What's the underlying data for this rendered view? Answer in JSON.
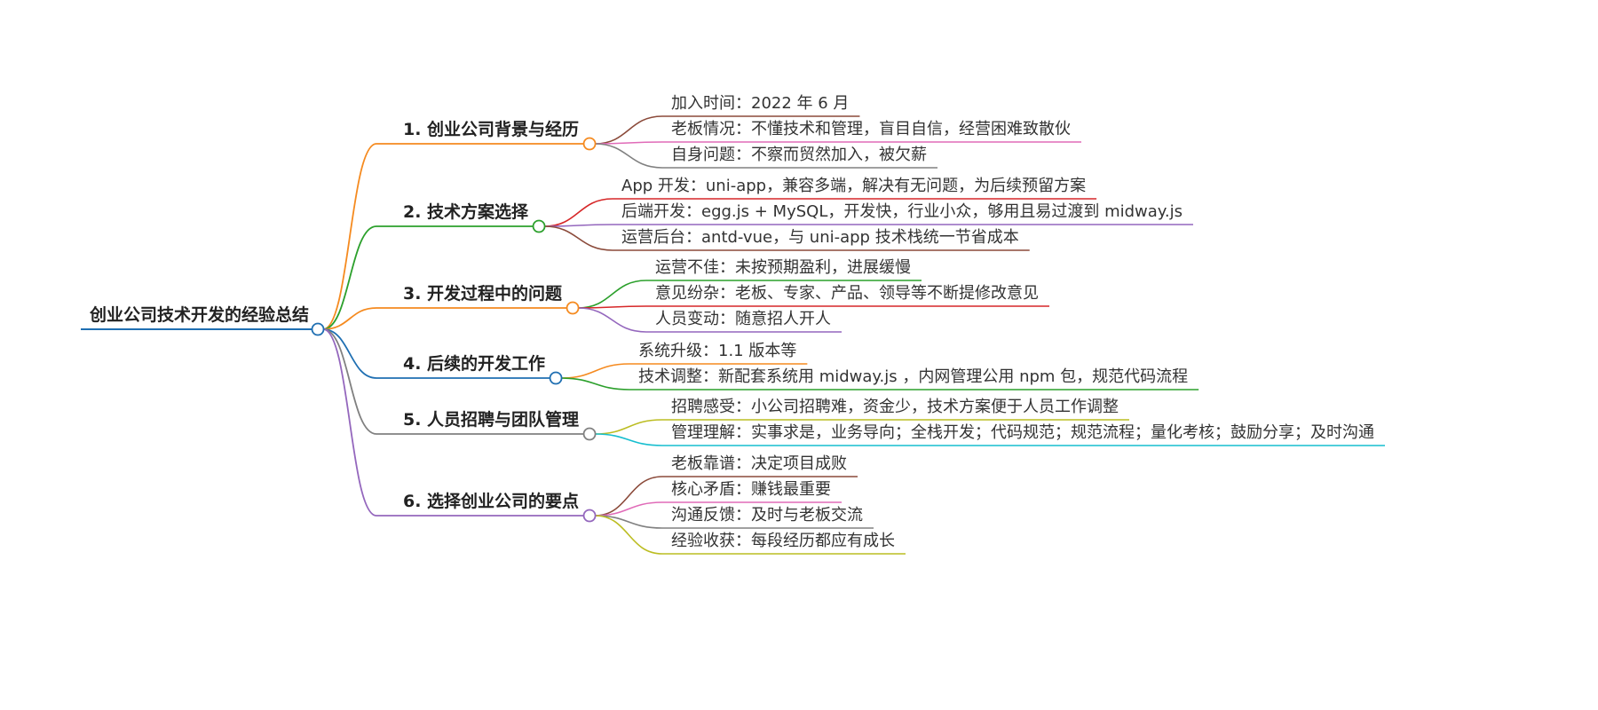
{
  "root": {
    "label": "创业公司技术开发的经验总结",
    "color": "#1f6fb2"
  },
  "branches": [
    {
      "label": "1. 创业公司背景与经历",
      "color": "#f58a1f",
      "leaves": [
        {
          "label": "加入时间：2022 年 6 月",
          "color": "#8b4a3a"
        },
        {
          "label": "老板情况：不懂技术和管理，盲目自信，经营困难致散伙",
          "color": "#e06bb8"
        },
        {
          "label": "自身问题：不察而贸然加入，被欠薪",
          "color": "#808080"
        }
      ]
    },
    {
      "label": "2. 技术方案选择",
      "color": "#2ca02c",
      "leaves": [
        {
          "label": "App 开发：uni-app，兼容多端，解决有无问题，为后续预留方案",
          "color": "#d62728"
        },
        {
          "label": "后端开发：egg.js + MySQL，开发快，行业小众，够用且易过渡到 midway.js",
          "color": "#9467bd"
        },
        {
          "label": "运营后台：antd-vue，与 uni-app 技术栈统一节省成本",
          "color": "#8b4a3a"
        }
      ]
    },
    {
      "label": "3. 开发过程中的问题",
      "color": "#f58a1f",
      "leaves": [
        {
          "label": "运营不佳：未按预期盈利，进展缓慢",
          "color": "#2ca02c"
        },
        {
          "label": "意见纷杂：老板、专家、产品、领导等不断提修改意见",
          "color": "#d62728"
        },
        {
          "label": "人员变动：随意招人开人",
          "color": "#9467bd"
        }
      ]
    },
    {
      "label": "4. 后续的开发工作",
      "color": "#1f6fb2",
      "leaves": [
        {
          "label": "系统升级：1.1 版本等",
          "color": "#f58a1f"
        },
        {
          "label": "技术调整：新配套系统用 midway.js ，内网管理公用 npm 包，规范代码流程",
          "color": "#2ca02c"
        }
      ]
    },
    {
      "label": "5. 人员招聘与团队管理",
      "color": "#808080",
      "leaves": [
        {
          "label": "招聘感受：小公司招聘难，资金少，技术方案便于人员工作调整",
          "color": "#bcbd22"
        },
        {
          "label": "管理理解：实事求是，业务导向；全栈开发；代码规范；规范流程；量化考核；鼓励分享；及时沟通",
          "color": "#17becf"
        }
      ]
    },
    {
      "label": "6. 选择创业公司的要点",
      "color": "#9467bd",
      "leaves": [
        {
          "label": "老板靠谱：决定项目成败",
          "color": "#8b4a3a"
        },
        {
          "label": "核心矛盾：赚钱最重要",
          "color": "#e06bb8"
        },
        {
          "label": "沟通反馈：及时与老板交流",
          "color": "#808080"
        },
        {
          "label": "经验收获：每段经历都应有成长",
          "color": "#bcbd22"
        }
      ]
    }
  ]
}
